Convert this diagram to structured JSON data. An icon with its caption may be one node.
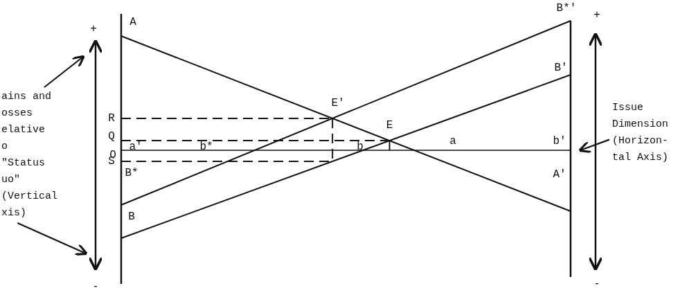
{
  "diagram": {
    "nodes": [
      {
        "text": [
          "ains and osses elative o \"Status uo\" (Vertical xis)"
        ]
      },
      {
        "text": [
          "Issue Dimension (Horizon- tal Axis)"
        ]
      }
    ],
    "edges": [
      {
        "from": 0,
        "to": null,
        "arrow": "to"
      },
      {
        "from": 0,
        "to": null,
        "arrow": "to"
      },
      {
        "from": 1,
        "to": null,
        "arrow": "to"
      }
    ],
    "labels": [
      "B*'",
      "+",
      "A",
      "+",
      "B'",
      "E'",
      "R",
      "E",
      "Q",
      "a'",
      "b*",
      "b",
      "a",
      "b'",
      "O",
      "S",
      "B*",
      "A'",
      "B",
      "-",
      "-"
    ]
  }
}
